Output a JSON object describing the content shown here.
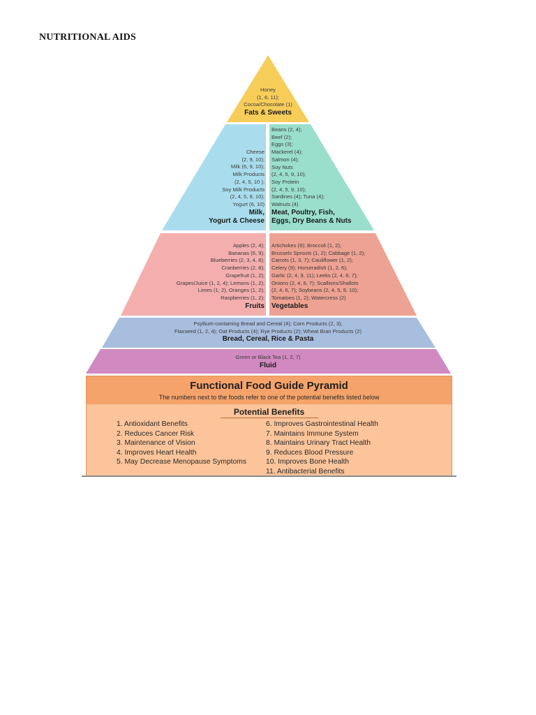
{
  "doc_title": "NUTRITIONAL AIDS",
  "pyramid": {
    "apex": {
      "lines": [
        "Honey",
        "(1, 6, 11);",
        "Cocoa/Chocolate (1)"
      ],
      "heading": "Fats & Sweets",
      "color": "#f7cd5a"
    },
    "dairy": {
      "lines": [
        "Cheese",
        "(2, 9, 10);",
        "Milk (6, 9, 10);",
        "Milk Products",
        "(2, 4, 5, 10 );",
        "Soy Milk Products",
        "(2, 4, 5, 9, 10);",
        "Yogurt (6, 10)"
      ],
      "heading": [
        "Milk,",
        "Yogurt & Cheese"
      ],
      "color": "#a9dded"
    },
    "protein": {
      "lines": [
        "Beans (2, 4);",
        "Beef (2);",
        "Eggs (3);",
        "Mackerel (4);",
        "Salmon (4);",
        "Soy Nuts",
        "(2, 4, 5, 9, 10);",
        "Soy Protein",
        "(2, 4, 5, 9, 10);",
        "Sardines (4); Tuna (4);",
        "Walnuts (4)"
      ],
      "heading": [
        "Meat, Poultry, Fish,",
        "Eggs, Dry Beans & Nuts"
      ],
      "color": "#9adfcc"
    },
    "fruits": {
      "lines": [
        "Apples (2, 4);",
        "Bananas (6, 9);",
        "Blueberries (2, 3, 4, 8);",
        "Cranberries (2, 8);",
        "Grapefruit (1, 2);",
        "Grapes/Juice (1, 2, 4); Lemons (1, 2);",
        "Limes (1, 2), Oranges (1, 2);",
        "Raspberries (1, 2);"
      ],
      "heading": "Fruits",
      "color": "#f4aeae"
    },
    "vegetables": {
      "lines": [
        "Artichokes (6); Broccoli (1, 2);",
        "Brussels Sprouts (1, 2); Cabbage (1, 2);",
        "Carrots (1, 3, 7); Cauliflower (1, 2);",
        "Celery (9); Horseradish (1, 2, 6);",
        "Garlic (2, 4, 9, 11); Leeks (2, 4, 6, 7);",
        "Onions (2, 4, 6, 7); Scallions/Shallots",
        "(2, 4, 6, 7); Soybeans (2, 4, 5, 9, 10);",
        "Tomatoes (1, 2); Watercress (2)"
      ],
      "heading": "Vegetables",
      "color": "#eea293"
    },
    "grains": {
      "lines": [
        "Psyllium-containing Bread and Cereal (4); Corn Products (2, 3);",
        "Flaxseed (1, 2, 4); Oat Products (4); Rye Products (2); Wheat Bran Products (2)"
      ],
      "heading": "Bread, Cereal, Rice & Pasta",
      "color": "#a8bedf"
    },
    "fluid": {
      "lines": [
        "Green or Black Tea (1, 2, 7)"
      ],
      "heading": "Fluid",
      "color": "#d189c1"
    }
  },
  "panel": {
    "title": "Functional Food Guide Pyramid",
    "subtitle": "The numbers next to the foods refer to one of the potential benefits listed below",
    "benefits_heading": "Potential Benefits",
    "benefits_left": [
      "1. Antioxidant Benefits",
      "2. Reduces Cancer Risk",
      "3. Maintenance of Vision",
      "4. Improves Heart Health",
      "5. May Decrease Menopause Symptoms"
    ],
    "benefits_right": [
      "6. Improves Gastrointestinal Health",
      "7. Maintains Immune System",
      "8. Maintains Urinary Tract Health",
      "9. Reduces Blood Pressure",
      "10. Improves Bone Health",
      "11. Antibacterial Benefits"
    ]
  }
}
